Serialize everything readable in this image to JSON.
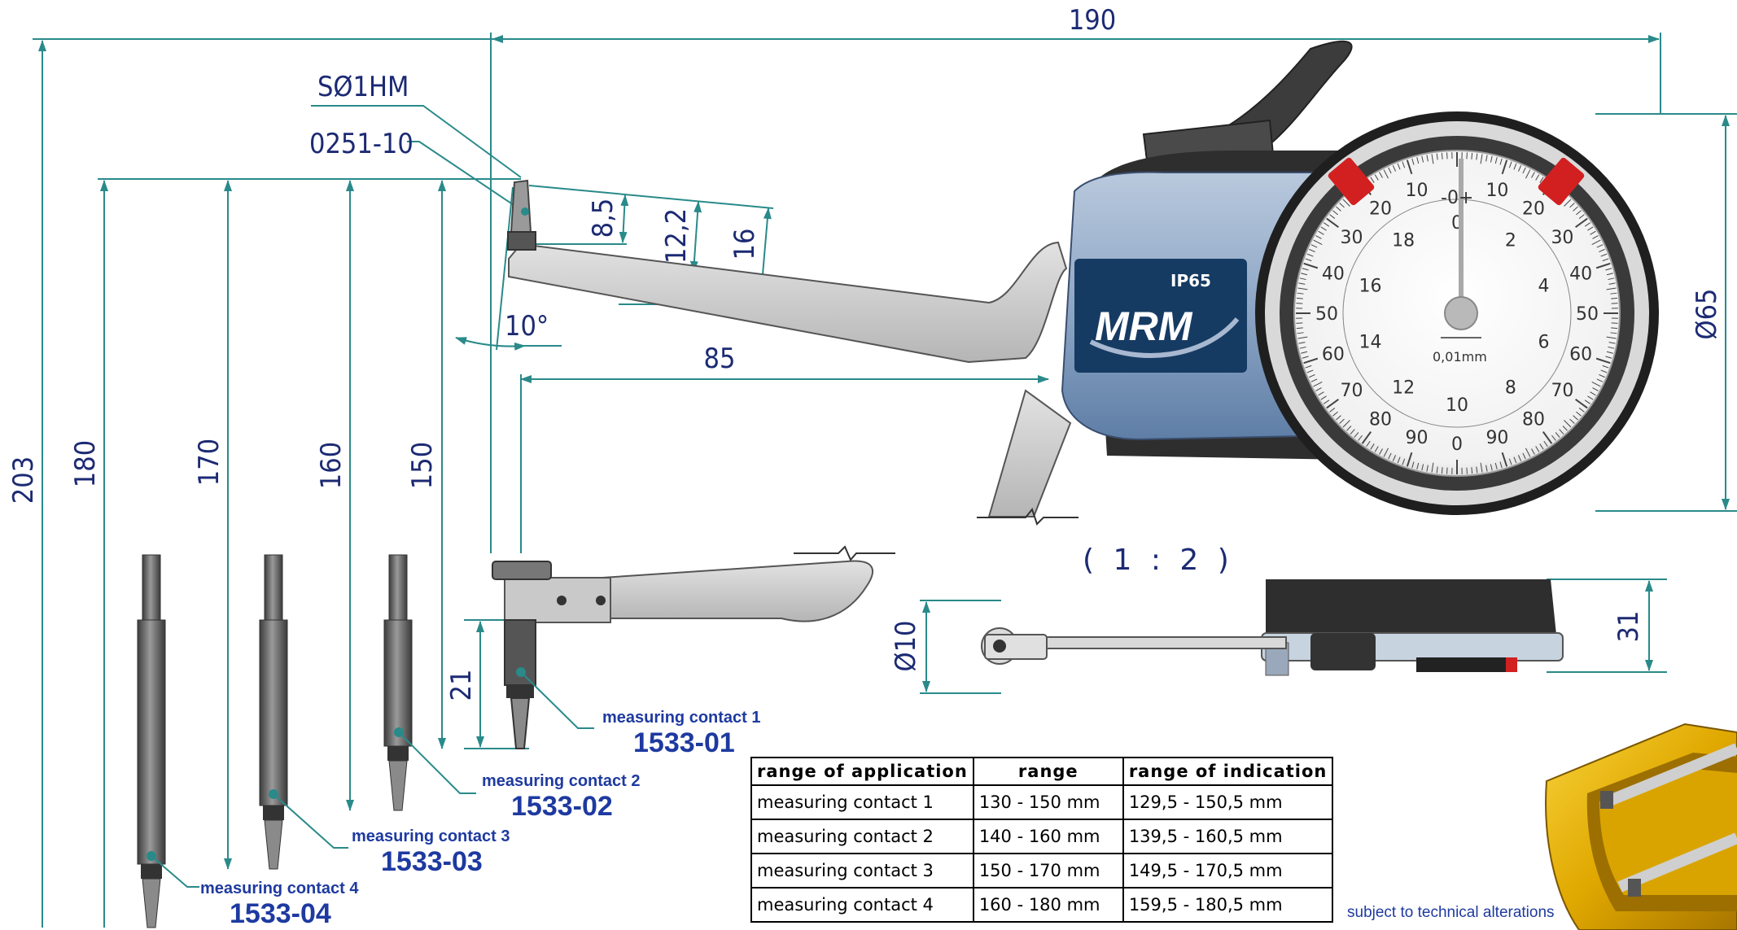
{
  "dimensions": {
    "overall_width": "190",
    "overall_height": "203",
    "h180": "180",
    "h170": "170",
    "h160": "160",
    "h150": "150",
    "h21": "21",
    "dial_diameter": "Ø65",
    "jaw_length": "85",
    "tip_8_5": "8,5",
    "tip_12_2": "12,2",
    "tip_16": "16",
    "angle": "10°",
    "ball_diameter": "Ø10",
    "thickness": "31"
  },
  "callouts": {
    "tip_material": "SØ1HM",
    "part_number": "0251-10"
  },
  "dial": {
    "brand": "MRM",
    "ip_rating": "IP65",
    "resolution": "0,01mm",
    "inner_numbers": [
      "0",
      "2",
      "4",
      "6",
      "8",
      "10",
      "12",
      "14",
      "16",
      "18"
    ],
    "outer_numbers": [
      "10",
      "20",
      "30",
      "40",
      "50",
      "60",
      "70",
      "80",
      "90",
      "0",
      "90",
      "80",
      "70",
      "60",
      "50",
      "40",
      "30",
      "20",
      "10"
    ],
    "top_mark": "-0+"
  },
  "scale_text": "( 1 : 2 )",
  "contacts": [
    {
      "label": "measuring contact 1",
      "code": "1533-01"
    },
    {
      "label": "measuring contact 2",
      "code": "1533-02"
    },
    {
      "label": "measuring contact 3",
      "code": "1533-03"
    },
    {
      "label": "measuring contact 4",
      "code": "1533-04"
    }
  ],
  "table": {
    "headers": [
      "range of application",
      "range",
      "range of indication"
    ],
    "rows": [
      [
        "measuring contact 1",
        "130 - 150 mm",
        "129,5 - 150,5 mm"
      ],
      [
        "measuring contact 2",
        "140 - 160 mm",
        "139,5 - 160,5 mm"
      ],
      [
        "measuring contact 3",
        "150 - 170 mm",
        "149,5 - 170,5 mm"
      ],
      [
        "measuring contact 4",
        "160 - 180 mm",
        "159,5 - 180,5 mm"
      ]
    ]
  },
  "note": "subject to technical alterations",
  "colors": {
    "dimension_line": "#2a8a8a",
    "dimension_text": "#1c2a73",
    "label_text": "#1e3aa0",
    "body_blue": "#8fa6c4",
    "badge_navy": "#163b63",
    "accent_red": "#d22020",
    "insert_gold": "#e6b400"
  }
}
